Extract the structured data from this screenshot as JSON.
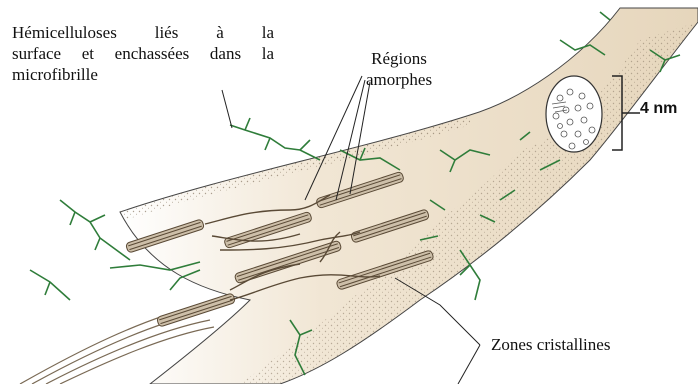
{
  "labels": {
    "hemicellulose": {
      "lines": [
        "Hémicelluloses liés à la",
        "surface et enchassées dans la",
        "microfibrille"
      ]
    },
    "amorphous": {
      "lines": [
        "Régions",
        "amorphes"
      ]
    },
    "crystalline": "Zones cristallines",
    "scale": "4 nm"
  },
  "colors": {
    "fibril_fill": "#e9dcc6",
    "hemicellulose": "#2f7d3a",
    "chain": "#6b5a45",
    "outline": "#333333"
  }
}
